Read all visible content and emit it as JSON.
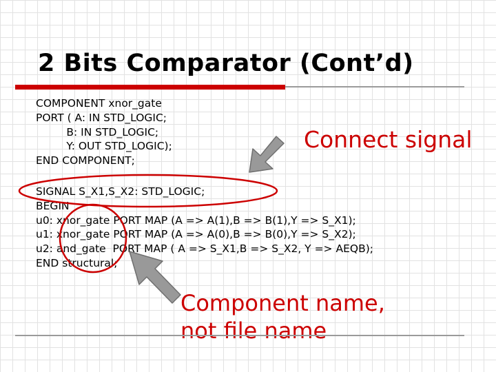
{
  "slide": {
    "title": "2 Bits Comparator (Cont’d)",
    "code_block_1": "COMPONENT xnor_gate\nPORT ( A: IN STD_LOGIC;\n         B: IN STD_LOGIC;\n         Y: OUT STD_LOGIC);\nEND COMPONENT;",
    "code_block_2": "SIGNAL S_X1,S_X2: STD_LOGIC;\nBEGIN\nu0: xnor_gate PORT MAP (A => A(1),B => B(1),Y => S_X1);\nu1: xnor_gate PORT MAP (A => A(0),B => B(0),Y => S_X2);\nu2: and_gate  PORT MAP ( A => S_X1,B => S_X2, Y => AEQB);\nEND structural;",
    "annotation_connect": "Connect signal",
    "annotation_component_line1": "Component name,",
    "annotation_component_line2": "not file name"
  },
  "colors": {
    "accent_red": "#cc0000",
    "arrow_gray": "#999999",
    "arrow_outline": "#6f6f6f",
    "background": "#ffffff",
    "grid": "#e2e2e2"
  },
  "icons": [
    "arrow-down-left-icon",
    "arrow-up-left-icon"
  ]
}
